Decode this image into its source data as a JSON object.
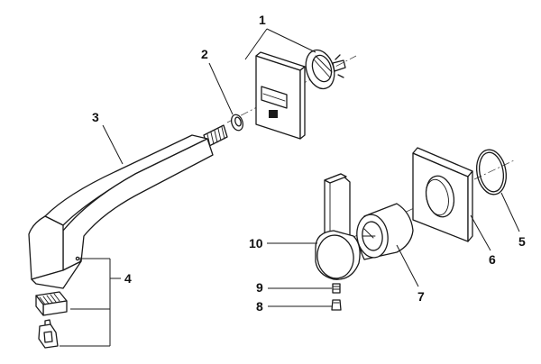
{
  "labels": {
    "part_1": "1",
    "part_2": "2",
    "part_3": "3",
    "part_4": "4",
    "part_5": "5",
    "part_6": "6",
    "part_7": "7",
    "part_8": "8",
    "part_9": "9",
    "part_10": "10"
  },
  "colors": {
    "line": "#1a1a1a",
    "background": "#ffffff"
  }
}
